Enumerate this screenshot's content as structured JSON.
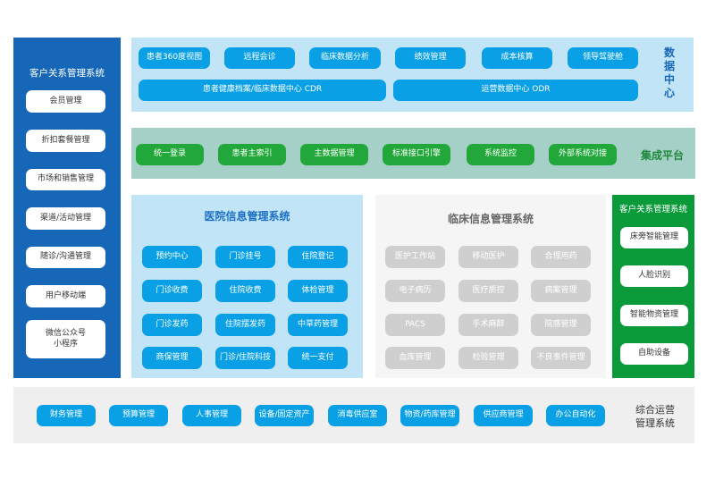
{
  "crm_left": {
    "title": "客户关系管理系统",
    "items": [
      "会员管理",
      "折扣套餐管理",
      "市场和销售管理",
      "渠道/活动管理",
      "随诊/沟通管理",
      "用户移动端",
      "微信公众号\n小程序"
    ]
  },
  "data_center": {
    "label": "数据中心",
    "row1": [
      "患者360度视图",
      "远程会诊",
      "临床数据分析",
      "绩效管理",
      "成本核算",
      "领导驾驶舱"
    ],
    "row2": [
      "患者健康档案/临床数据中心 CDR",
      "运营数据中心 ODR"
    ]
  },
  "integration": {
    "label": "集成平台",
    "items": [
      "统一登录",
      "患者主索引",
      "主数据管理",
      "标准接口引擎",
      "系统监控",
      "外部系统对接"
    ]
  },
  "hospital": {
    "title": "医院信息管理系统",
    "items": [
      "预约中心",
      "门诊挂号",
      "住院登记",
      "门诊收费",
      "住院收费",
      "体检管理",
      "门诊发药",
      "住院摆发药",
      "中草药管理",
      "商保管理",
      "门诊/住院科技",
      "统一支付"
    ]
  },
  "clinical": {
    "title": "临床信息管理系统",
    "items": [
      "医护工作站",
      "移动医护",
      "合理用药",
      "电子病历",
      "医疗质控",
      "病案管理",
      "PACS",
      "手术麻醉",
      "院感管理",
      "血库管理",
      "检验管理",
      "不良事件管理"
    ]
  },
  "crm_right": {
    "title": "客户关系管理系统",
    "items": [
      "床旁智能管理",
      "人脸识别",
      "智能物资管理",
      "自助设备"
    ]
  },
  "operations": {
    "label": "综合运营\n管理系统",
    "items": [
      "财务管理",
      "预算管理",
      "人事管理",
      "设备/固定资产",
      "消毒供应室",
      "物资/药库管理",
      "供应商管理",
      "办公自动化"
    ]
  },
  "colors": {
    "crm_blue": "#1767b9",
    "light_blue": "#c2e4f7",
    "button_blue": "#0aa0e6",
    "integration_bg": "#a5d0c8",
    "green": "#22a83a",
    "crm_green": "#0a9a3a",
    "gray_bg": "#f5f5f5",
    "ops_bg": "#efefef"
  }
}
